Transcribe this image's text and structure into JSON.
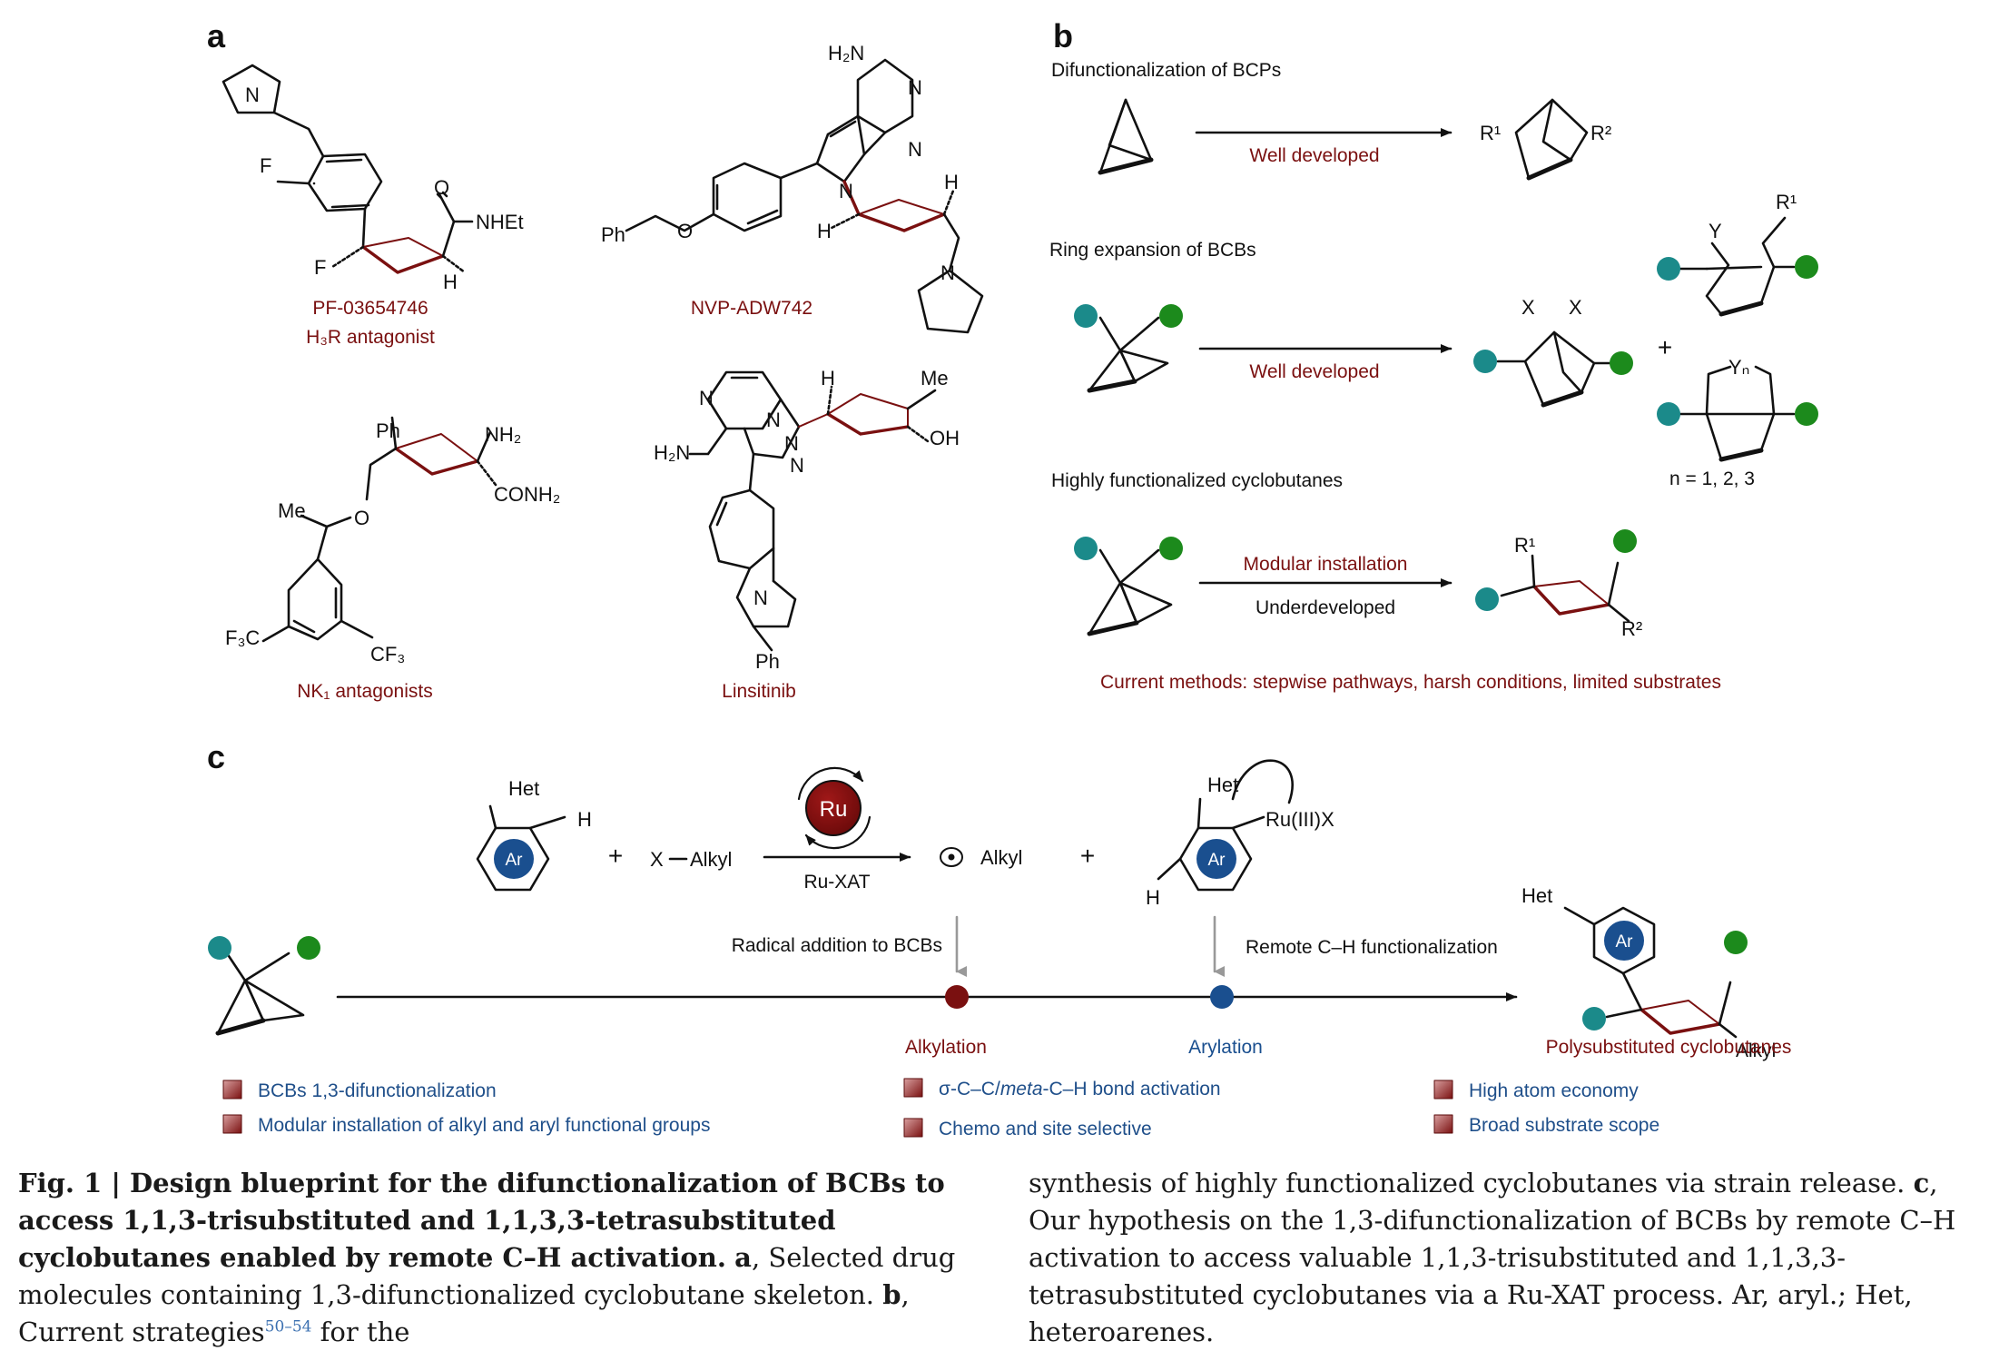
{
  "panels": {
    "a": {
      "label": "a",
      "drugs": [
        {
          "name": "PF-03654746",
          "activity": "H₃R antagonist",
          "atoms": {
            "F1": "F",
            "F2": "F",
            "amide": "NHEt",
            "O": "O",
            "N": "N",
            "H": "H"
          }
        },
        {
          "name": "NVP-ADW742",
          "atoms": {
            "NH2": "H₂N",
            "N1": "N",
            "N2": "N",
            "N3": "N",
            "Ph": "Ph",
            "O": "O",
            "H1": "H",
            "H2": "H",
            "N4": "N"
          }
        },
        {
          "name": "NK₁  antagonists",
          "atoms": {
            "Ph": "Ph",
            "NH2": "NH₂",
            "CONH2": "CONH₂",
            "Me": "Me",
            "O": "O",
            "CF3a": "F₃C",
            "CF3b": "CF₃"
          }
        },
        {
          "name": "Linsitinib",
          "atoms": {
            "N1": "N",
            "N2": "N",
            "N3": "N",
            "N4": "N",
            "NH2": "H₂N",
            "H": "H",
            "Me": "Me",
            "OH": "OH",
            "N5": "N",
            "Ph": "Ph"
          }
        }
      ]
    },
    "b": {
      "label": "b",
      "rows": [
        {
          "title": "Difunctionalization of BCPs",
          "arrow_label": "Well developed",
          "product_labels": [
            "R¹",
            "R²"
          ]
        },
        {
          "title": "Ring expansion of BCBs",
          "arrow_label": "Well developed",
          "product_labels": [
            "X",
            "X"
          ],
          "alt_labels": [
            "Y",
            "R¹",
            "Yₙ"
          ],
          "plus": "+",
          "n_note": "n = 1, 2, 3"
        },
        {
          "title": "Highly functionalized cyclobutanes",
          "arrow_label_top": "Modular installation",
          "arrow_label_bottom": "Underdeveloped",
          "product_labels": [
            "R¹",
            "R²"
          ]
        }
      ],
      "note": "Current methods: stepwise pathways, harsh conditions, limited substrates"
    },
    "c": {
      "label": "c",
      "ar": "Ar",
      "het": "Het",
      "h": "H",
      "plus": "+",
      "x_alkyl": "X",
      "alkyl": "Alkyl",
      "ru": "Ru",
      "ru_xat": "Ru-XAT",
      "radical_alkyl": "Alkyl",
      "ru3x": "Ru(III)X",
      "radical_addition": "Radical addition to BCBs",
      "remote_ch": "Remote C–H functionalization",
      "stage1": "Alkylation",
      "stage2": "Arylation",
      "product": "Polysubstituted cyclobutanes",
      "product_alkyl": "Alkyl",
      "features": [
        [
          "BCBs 1,3-difunctionalization",
          "Modular installation of alkyl and aryl functional groups"
        ],
        [
          "σ-C–C/meta-C–H bond activation",
          "Chemo and site selective"
        ],
        [
          "High atom economy",
          "Broad substrate scope"
        ]
      ]
    }
  },
  "caption": {
    "fig_label": "Fig. 1 | ",
    "title": "Design blueprint for the difunctionalization of BCBs to access 1,1,3-trisubstituted and 1,1,3,3-tetrasubstituted cyclobutanes enabled by remote C–H activation.",
    "a_label": "a",
    "a_text": ", Selected drug molecules containing 1,3-difunctionalized cyclobutane skeleton.",
    "b_label": "b",
    "b_text": ", Current strategies",
    "b_ref": "50–54",
    "b_text2": " for the synthesis of highly functionalized cyclobutanes via strain release.",
    "c_label": "c",
    "c_text": ", Our hypothesis on the 1,3-difunctionalization of BCBs by remote C–H activation to access valuable 1,1,3-trisubstituted and 1,1,3,3-tetrasubstituted cyclobutanes via a Ru-XAT process. Ar, aryl.; Het, heteroarenes."
  },
  "colors": {
    "dark_red": "#7a1010",
    "teal": "#1b8a8a",
    "green": "#1c8a1c",
    "navy": "#1a4f8f",
    "label_blue": "#1f4f8a"
  }
}
